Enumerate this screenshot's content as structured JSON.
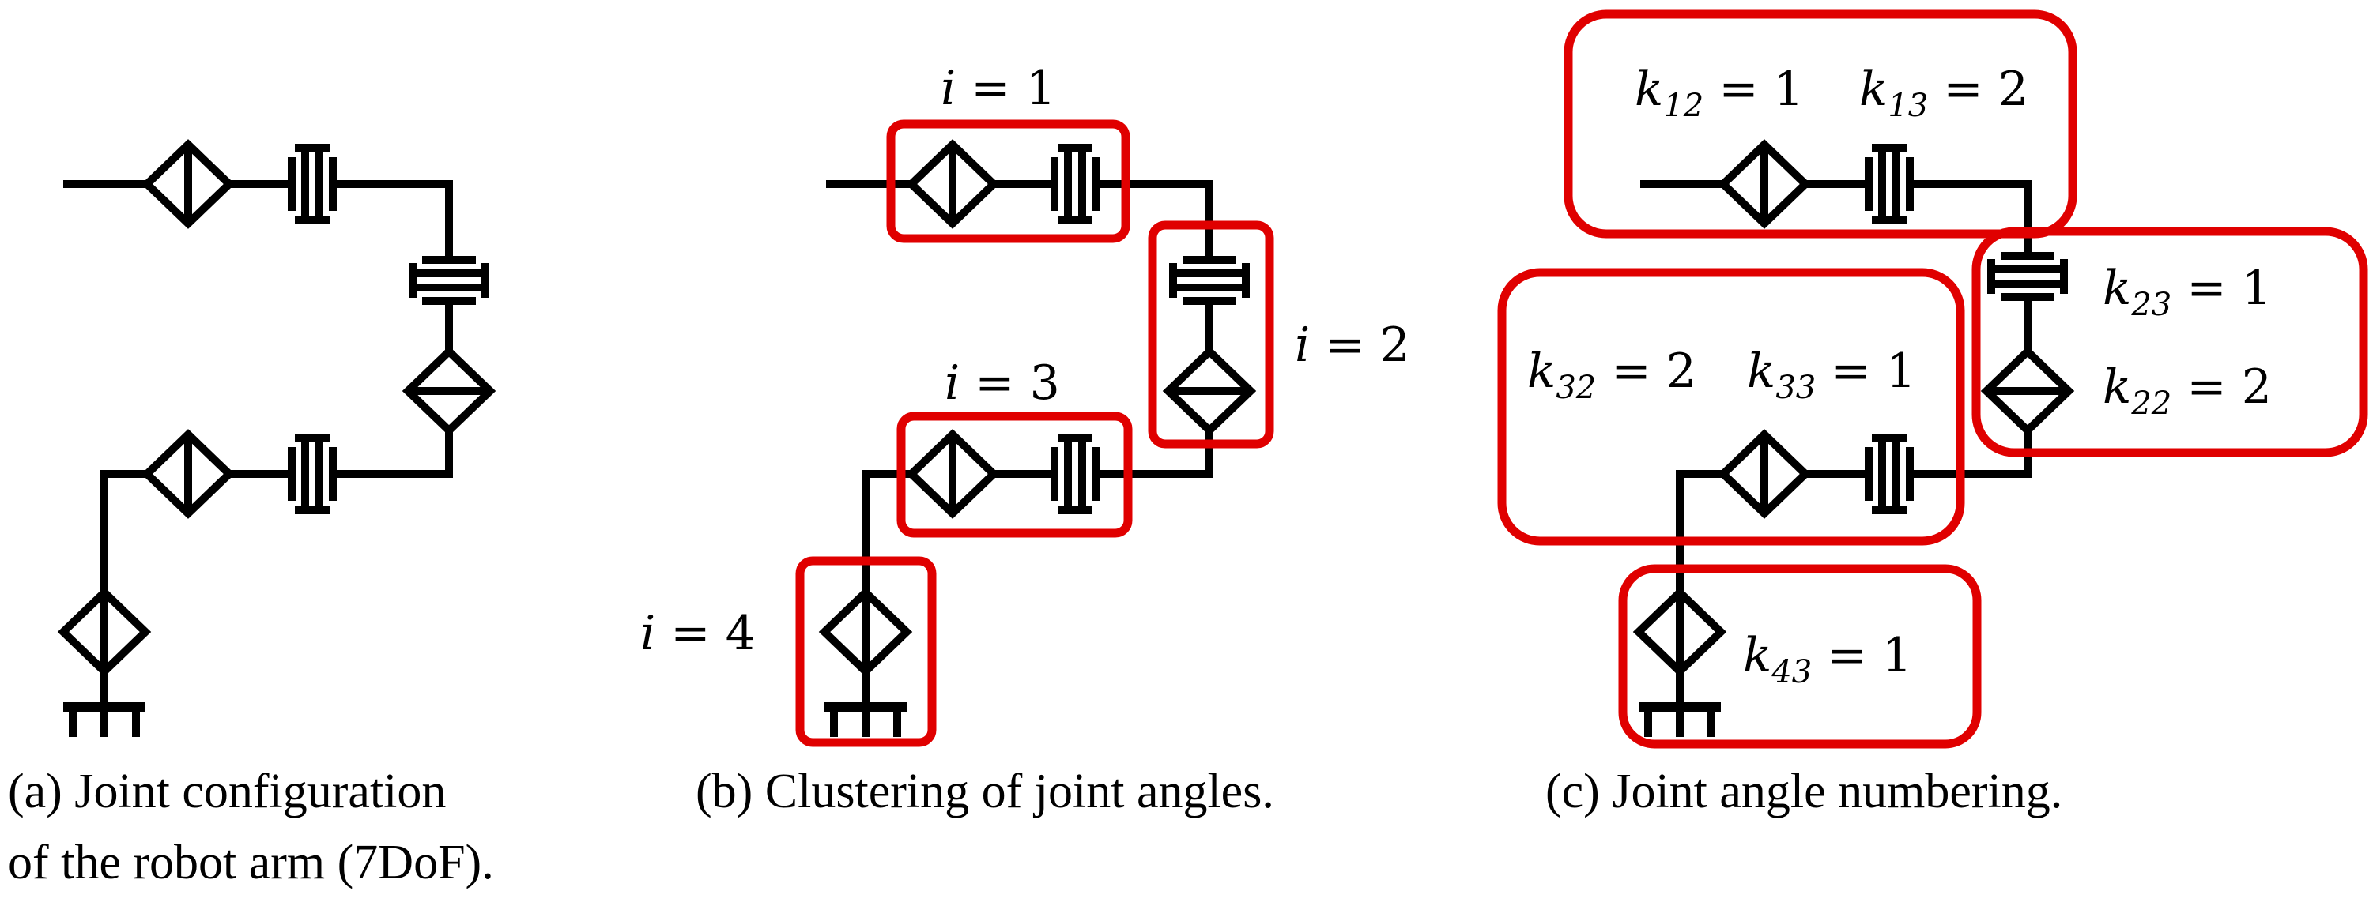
{
  "accent_color": "#e00000",
  "panels": {
    "a": {
      "caption_line1": "(a) Joint configuration",
      "caption_line2": "of the robot arm (7DoF)."
    },
    "b": {
      "caption": "(b) Clustering of joint angles.",
      "labels": {
        "i1": {
          "var": "i",
          "op": " = ",
          "val": "1"
        },
        "i2": {
          "var": "i",
          "op": " = ",
          "val": "2"
        },
        "i3": {
          "var": "i",
          "op": " = ",
          "val": "3"
        },
        "i4": {
          "var": "i",
          "op": " = ",
          "val": "4"
        }
      }
    },
    "c": {
      "caption": "(c) Joint angle numbering.",
      "labels": {
        "k12": {
          "var": "k",
          "sub": "12",
          "op": " = ",
          "val": "1"
        },
        "k13": {
          "var": "k",
          "sub": "13",
          "op": " = ",
          "val": "2"
        },
        "k23": {
          "var": "k",
          "sub": "23",
          "op": " = ",
          "val": "1"
        },
        "k22": {
          "var": "k",
          "sub": "22",
          "op": " = ",
          "val": "2"
        },
        "k32": {
          "var": "k",
          "sub": "32",
          "op": " = ",
          "val": "2"
        },
        "k33": {
          "var": "k",
          "sub": "33",
          "op": " = ",
          "val": "1"
        },
        "k43": {
          "var": "k",
          "sub": "43",
          "op": " = ",
          "val": "1"
        }
      }
    }
  }
}
